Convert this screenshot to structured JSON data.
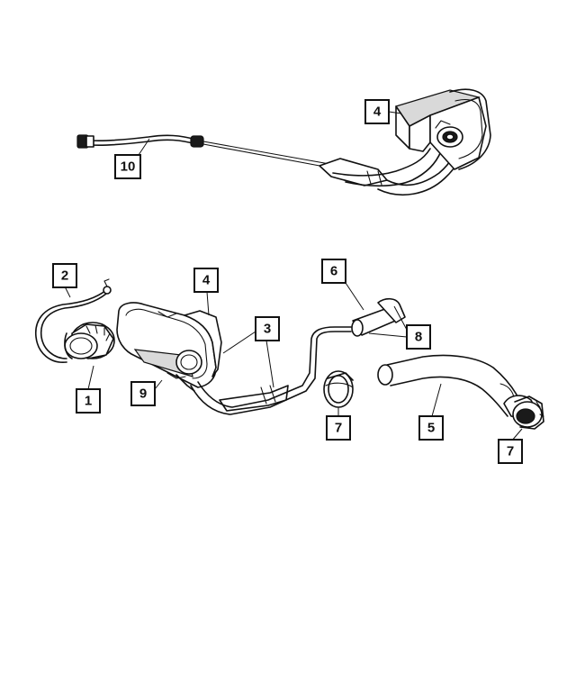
{
  "callouts": {
    "c10": "10",
    "c4_top": "4",
    "c2": "2",
    "c4_mid": "4",
    "c6": "6",
    "c3": "3",
    "c8": "8",
    "c9": "9",
    "c1": "1",
    "c7_left": "7",
    "c5": "5",
    "c7_right": "7"
  }
}
